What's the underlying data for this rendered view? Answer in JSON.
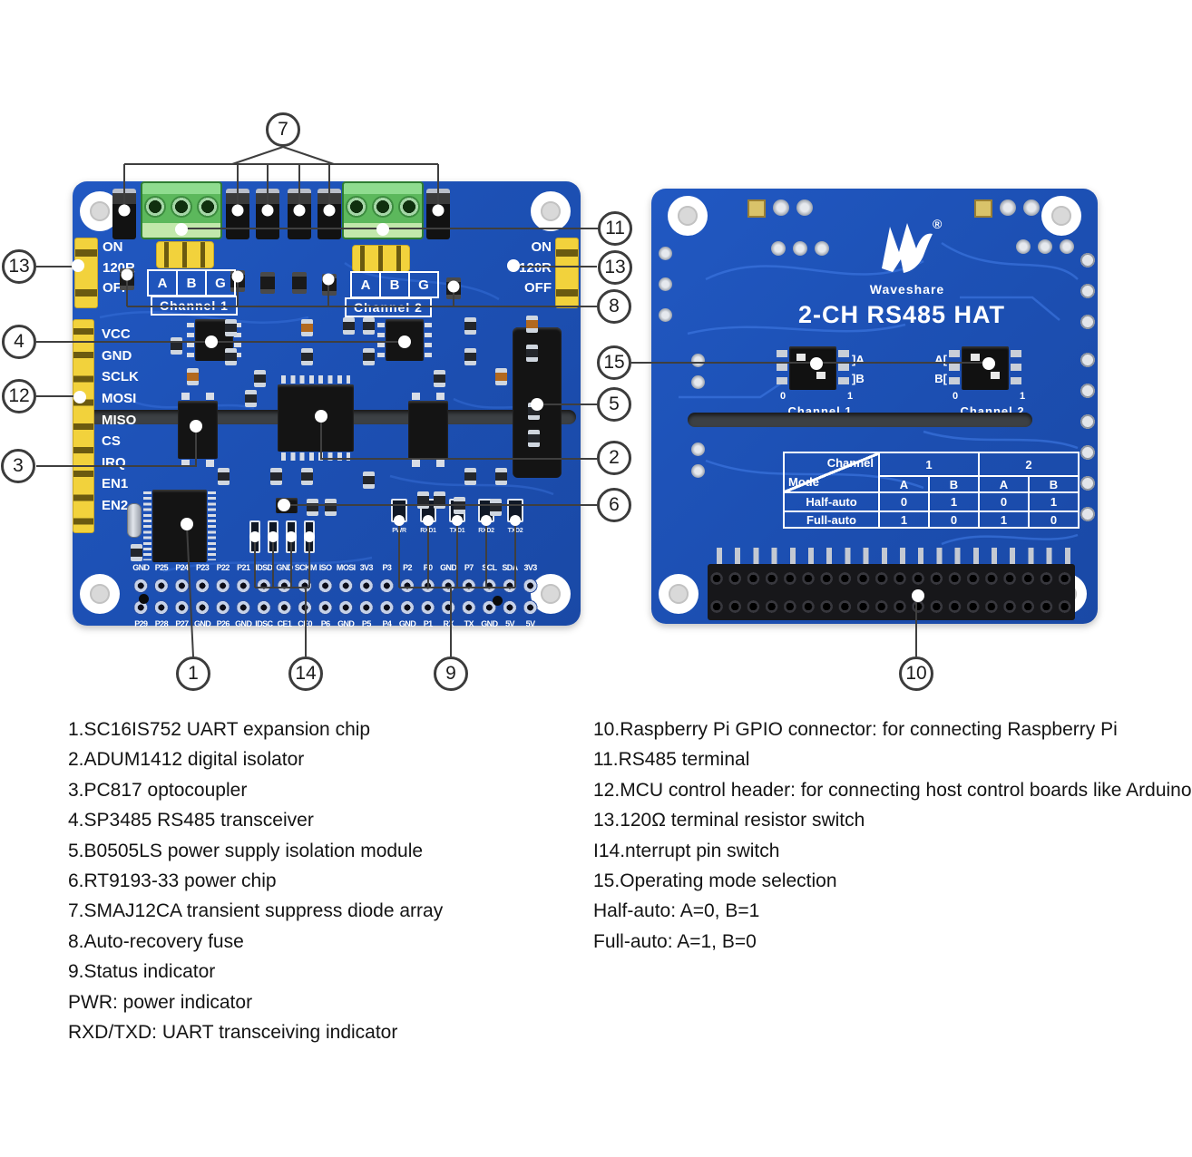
{
  "callouts": {
    "c1": "1",
    "c2": "2",
    "c3": "3",
    "c4": "4",
    "c5": "5",
    "c6": "6",
    "c7": "7",
    "c8": "8",
    "c9": "9",
    "c10": "10",
    "c11": "11",
    "c12": "12",
    "c13_left": "13",
    "c13_right": "13",
    "c14": "14",
    "c15": "15"
  },
  "front_board": {
    "jumper_labels": [
      "ON",
      "120R",
      "OFF"
    ],
    "terminal_pins": [
      "A",
      "B",
      "G"
    ],
    "channel_1_label": "Channel 1",
    "channel_2_label": "Channel 2",
    "mcu_header_pins": [
      "VCC",
      "GND",
      "SCLK",
      "MOSI",
      "MISO",
      "CS",
      "IRQ",
      "EN1",
      "EN2"
    ],
    "status_led_labels": [
      "PWR",
      "RXD1",
      "TXD1",
      "RXD2",
      "TXD2"
    ],
    "gpio_labels_top": [
      "GND",
      "P25",
      "P24",
      "P23",
      "P22",
      "P21",
      "IDSD",
      "GND",
      "SCKM",
      "ISO",
      "MOSI",
      "3V3",
      "P3",
      "P2",
      "P0",
      "GND",
      "P7",
      "SCL",
      "SDA",
      "3V3"
    ],
    "gpio_labels_bottom": [
      "P29",
      "P28",
      "P27",
      "GND",
      "P26",
      "GND",
      "IDSC",
      "CE1",
      "CE0",
      "P6",
      "GND",
      "P5",
      "P4",
      "GND",
      "P1",
      "RX",
      "TX",
      "GND",
      "5V",
      "5V"
    ]
  },
  "back_board": {
    "brand": "Waveshare",
    "registered_mark": "®",
    "title": "2-CH RS485 HAT",
    "switch_1": {
      "a_label": "]A",
      "b_label": "]B",
      "zero": "0",
      "one": "1",
      "channel_label": "Channel 1"
    },
    "switch_2": {
      "a_label": "A[",
      "b_label": "B[",
      "zero": "0",
      "one": "1",
      "channel_label": "Channel 2"
    },
    "mode_table": {
      "corner_channel": "Channel",
      "corner_mode": "Mode",
      "ch1": "1",
      "ch2": "2",
      "ab": [
        "A",
        "B",
        "A",
        "B"
      ],
      "half_label": "Half-auto",
      "half_values": [
        "0",
        "1",
        "0",
        "1"
      ],
      "full_label": "Full-auto",
      "full_values": [
        "1",
        "0",
        "1",
        "0"
      ]
    }
  },
  "legend": {
    "left": [
      "1.SC16IS752 UART expansion chip",
      "2.ADUM1412 digital isolator",
      "3.PC817 optocoupler",
      "4.SP3485 RS485 transceiver",
      "5.B0505LS power supply isolation module",
      "6.RT9193-33 power chip",
      "7.SMAJ12CA transient suppress diode array",
      "8.Auto-recovery fuse",
      "9.Status indicator",
      "PWR: power indicator",
      "RXD/TXD: UART transceiving indicator"
    ],
    "right": [
      "10.Raspberry Pi GPIO connector: for connecting Raspberry Pi",
      "11.RS485 terminal",
      "12.MCU control header: for connecting host control boards like Arduino",
      "13.120Ω terminal resistor switch",
      "I14.nterrupt pin switch",
      "15.Operating mode selection",
      "Half-auto: A=0, B=1",
      "Full-auto: A=1, B=0"
    ]
  },
  "colors": {
    "pcb_blue": "#1d52b8",
    "trace_blue": "#3a76e0",
    "silk_white": "#ffffff",
    "jumper_yellow": "#f2d23c",
    "terminal_green": "#5cb85c",
    "component_black": "#161616"
  }
}
